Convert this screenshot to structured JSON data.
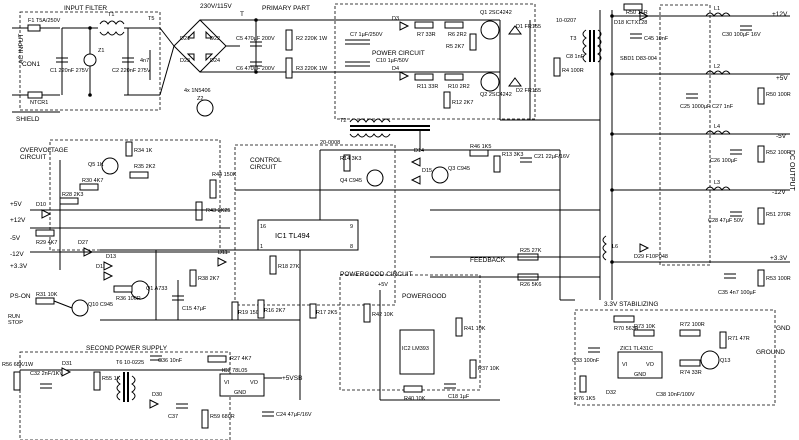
{
  "sections": {
    "input_filter": "INPUT FILTER",
    "primary_part": "PRIMARY PART",
    "power_circuit": "POWER CIRCUIT",
    "overvoltage_circuit": "OVERVOLTAGE\nCIRCUIT",
    "control_circuit": "CONTROL\nCIRCUIT",
    "second_power_supply": "SECOND POWER SUPPLY",
    "powergood_circuit": "POWERGOOD CIRCUIT",
    "feedback": "FEEDBACK",
    "stabilizing": "3.3V STABILIZING",
    "dc_output": "DC OUTPUT",
    "ac_input": "AC INPUT"
  },
  "labels": {
    "conn": "CON1",
    "shield": "SHIELD",
    "mains": "230V/115V",
    "bridge": "4x 1N5406",
    "powergood": "POWERGOOD",
    "ground": "GROUND",
    "psu_5vsb": "+5VSB",
    "ps_on": "PS-ON",
    "run_stop": "RUN\nSTOP",
    "vi": "VI",
    "vo": "VO",
    "gnd": "GND"
  },
  "components": {
    "f1": "F1 T5A/250V",
    "t1": "T1",
    "t5": "T5",
    "ntcr1": "NTCR1",
    "z1": "Z1",
    "c1": "C1 220nF 275V",
    "c2": "C2 220nF 275V",
    "c3": "4n7",
    "c4": "4n7",
    "d21": "D21",
    "d22": "D22",
    "d23": "D23",
    "d24": "D24",
    "c5": "C5 470µF 200V",
    "c6": "C6 470µF 200V",
    "r2": "R2 220K 1W",
    "r3": "R3 220K 1W",
    "c7": "C7 1µF/250V",
    "d3": "D3",
    "r7": "R7 33R",
    "r6": "R6 2R2",
    "r5": "R5 2K7",
    "q1": "Q1 2SC4242",
    "d1": "D1 FR155",
    "c10": "C10 1µF/50V",
    "d4": "D4",
    "r11": "R11 33R",
    "r10": "R10 2R2",
    "r12": "R12 2K7",
    "q2": "Q2 2SC4242",
    "d2": "D2 FR155",
    "r4": "R4 100R",
    "c8": "C8 1nF",
    "t2": "T2",
    "t3": "T3",
    "t3_type": "10-0207",
    "t2_type": "20-0008",
    "d18": "D18 ICTX128",
    "r50": "R50 16R",
    "c45": "C45 10nF",
    "l1": "L1",
    "c30": "C30 100µF 16V",
    "sbd1": "SBD1 D83-004",
    "l2": "L2",
    "c25": "C25 1000µF",
    "c27": "C27 1nF",
    "r50b": "R50 100R",
    "l4": "L4",
    "c26": "C26 100µF",
    "r52": "R52 100R",
    "l3": "L3",
    "c28": "C28 47µF 50V",
    "r51": "R51 270R",
    "l6": "L6",
    "d29": "D29 F10P048",
    "c35": "C35 4n7 100µF",
    "r53": "R53 100R",
    "r25": "R25 27K",
    "r26": "R26 5K6",
    "r73": "R73 10K",
    "r72": "R72 100R",
    "r71": "R71 47R",
    "r74": "R74 33R",
    "q13": "Q13",
    "zic1": "ZIC1 TL431C",
    "r76": "R76 1K5",
    "c33": "C33 100nF",
    "r70": "R70 563R",
    "d32": "D32",
    "c38": "C38 10nF/100V",
    "ic1": "IC1 TL494",
    "ic2": "IC2 LM393",
    "ic3": "IC3 78L05",
    "r14": "R14 3K3",
    "d14": "D14",
    "d15": "D15",
    "c21": "C21 22µF/16V",
    "r46": "R46 1K5",
    "r13": "R13 3K3",
    "q4": "Q4 C945",
    "q3": "Q3 C945",
    "q5": "Q5 1K",
    "r34": "R34 1K",
    "r35": "R35 2K2",
    "r44": "R44 150K",
    "r43": "R43 2K25",
    "r30": "R30 4K7",
    "r28": "R28 2K3",
    "r29": "R29 4K7",
    "d10": "D10",
    "d27": "D27",
    "q1b": "Q1 A733",
    "r36": "R36 100R",
    "r38": "R38 2K7",
    "d11": "D11",
    "d12": "D12",
    "d13": "D13",
    "c16": "C16 47µF",
    "c15": "C15 47µF",
    "r19": "R19 150K",
    "r16": "R16 2K7",
    "r18": "R18 27K",
    "r17": "R17 2K5",
    "r42": "R42 10K",
    "r40": "R40 10K",
    "r37": "R37 10K",
    "r41": "R41 10K",
    "c18": "C18 1µF",
    "q10": "Q10 C945",
    "r31": "R31 10K",
    "r27": "R27 4K7",
    "c32": "C32 2nF/1KV",
    "d31": "D31",
    "r56": "R56 68K/1W",
    "r55": "R55 1K",
    "t6": "T6 10-0225",
    "d30": "D30",
    "c36": "C36 10nF",
    "c24": "C24 47µF/16V",
    "r59": "R59 680R",
    "c37": "C37"
  },
  "outputs": {
    "v12p": "+12V",
    "v5p": "+5V",
    "v5n": "-5V",
    "v12n": "-12V",
    "v33": "+3.3V",
    "gnd": "GND",
    "v5a": "+5V",
    "v12a": "+12V",
    "v5b": "-5V",
    "v12b": "-12V",
    "v33b": "+3.3V",
    "v5sb": "+5VSB",
    "v5c": "+5V"
  }
}
